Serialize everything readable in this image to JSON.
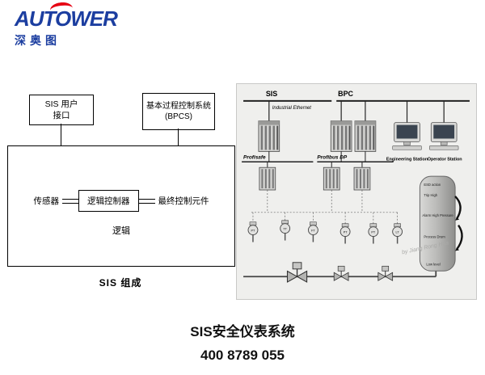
{
  "logo": {
    "brand": "AUTOWER",
    "subtitle": "深奥图",
    "brand_color": "#1c3ea0",
    "accent_color": "#e60012"
  },
  "left_diagram": {
    "user_box_line1": "SIS 用户",
    "user_box_line2": "接口",
    "bpcs_box_line1": "基本过程控制系统",
    "bpcs_box_line2": "(BPCS)",
    "sensor_label": "传感器",
    "logic_controller_label": "逻辑控制器",
    "final_element_label": "最终控制元件",
    "logic_label": "逻辑",
    "caption": "SIS 组成"
  },
  "right_diagram": {
    "sis_label": "SIS",
    "bpc_label": "BPC",
    "ethernet_label": "Industrial Ethernet",
    "profisafe_label": "Profisafe",
    "profibus_label": "Profibus DP",
    "engineering_station_label": "Engineering Station",
    "operator_station_label": "Operator Station",
    "watermark": "by Jiang Rong Hua",
    "tank_labels": [
      "ESD action",
      "Trip High",
      "Alarm High Pressure",
      "Process Drum",
      "Low level"
    ],
    "instrument_tags": [
      "PT",
      "TT",
      "FT",
      "PT",
      "PT",
      "LT"
    ]
  },
  "footer": {
    "title": "SIS安全仪表系统",
    "phone": "400 8789 055"
  }
}
